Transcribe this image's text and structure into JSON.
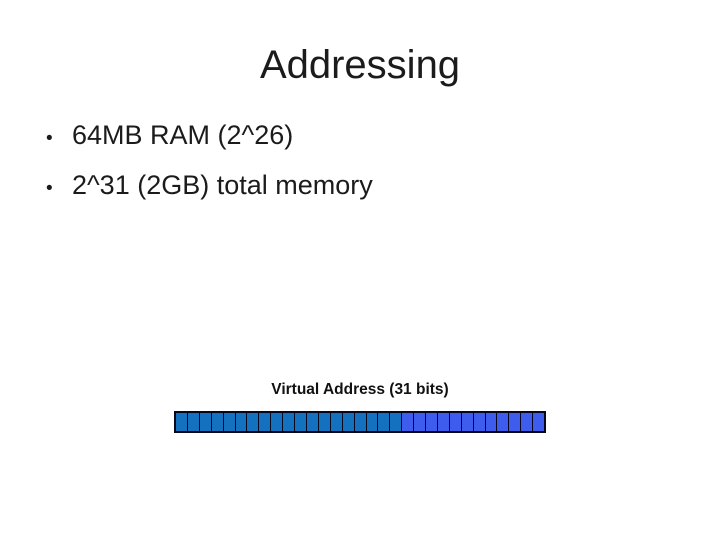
{
  "slide": {
    "title": "Addressing",
    "bullet_glyph": "•",
    "bullets": [
      "64MB RAM (2^26)",
      "2^31 (2GB) total memory"
    ],
    "diagram": {
      "label": "Virtual Address (31 bits)",
      "total_cells": 31,
      "segments": [
        {
          "name": "page-number-bits",
          "cells": 19,
          "color": "#1471c0"
        },
        {
          "name": "offset-bits",
          "cells": 12,
          "color": "#3e5cee"
        }
      ],
      "border_color": "#06061c"
    },
    "colors": {
      "background": "#ffffff",
      "text": "#1b1b1b"
    }
  }
}
